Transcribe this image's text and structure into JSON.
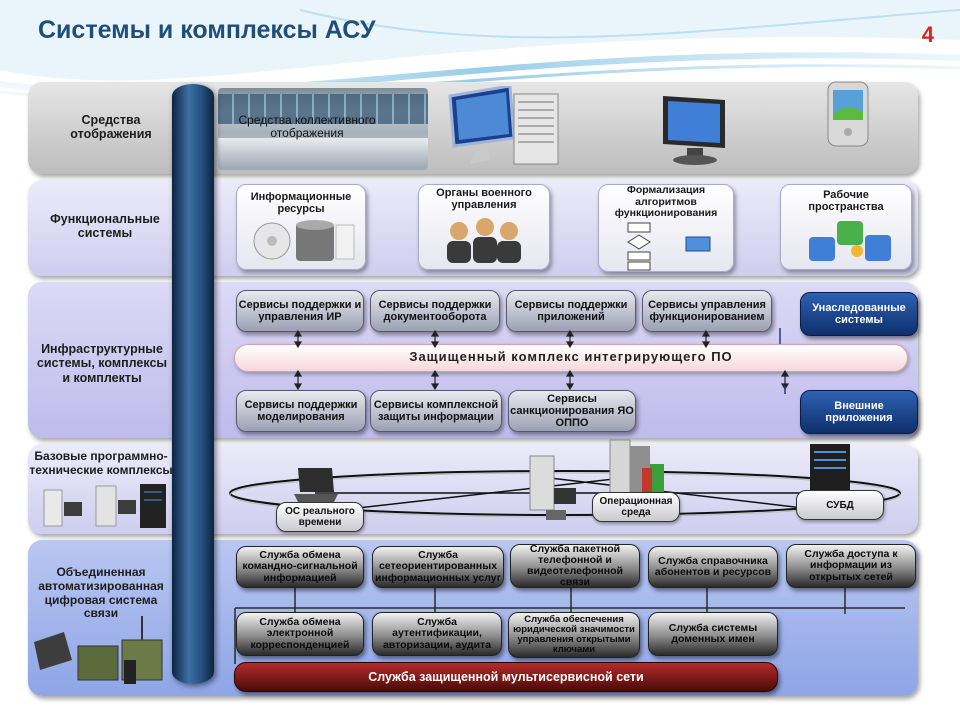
{
  "title": "Системы и комплексы АСУ",
  "slide_number": "4",
  "layers": {
    "display": {
      "label": "Средства отображения",
      "collective_display": "Средства коллективного отображения"
    },
    "functional": {
      "label": "Функциональные системы",
      "cards": [
        {
          "label": "Информационные ресурсы",
          "icon": "database-disk-icon"
        },
        {
          "label": "Органы военного управления",
          "icon": "people-icon"
        },
        {
          "label": "Формализация алгоритмов функционирования",
          "icon": "flowchart-icon"
        },
        {
          "label": "Рабочие пространства",
          "icon": "puzzle-icon"
        }
      ]
    },
    "infrastructure": {
      "label": "Инфраструктурные системы, комплексы и комплекты",
      "top_services": [
        "Сервисы поддержки и управления ИР",
        "Сервисы поддержки документооборота",
        "Сервисы поддержки приложений",
        "Сервисы управления функционированием"
      ],
      "legacy": "Унаследованные системы",
      "integration_bar": "Защищенный комплекс интегрирующего ПО",
      "bottom_services": [
        "Сервисы поддержки моделирования",
        "Сервисы комплексной защиты информации",
        "Сервисы санкционирования ЯО ОППО"
      ],
      "external": "Внешние приложения"
    },
    "base": {
      "label": "Базовые программно-технические комплексы",
      "nodes": [
        "ОС реального времени",
        "Операционная среда",
        "СУБД"
      ]
    },
    "network": {
      "label": "Объединенная автоматизированная цифровая система связи",
      "row1": [
        "Служба обмена командно-сигнальной информацией",
        "Служба сетеориентированных информационных услуг",
        "Служба пакетной телефонной и видеотелефонной связи",
        "Служба справочника абонентов и ресурсов",
        "Служба доступа к информации из открытых сетей"
      ],
      "row2": [
        "Служба обмена электронной корреспонденцией",
        "Служба аутентификации, авторизации, аудита",
        "Служба обеспечения юридической значимости управления открытыми ключами",
        "Служба системы доменных имен"
      ],
      "bottom_bar": "Служба защищенной мультисервисной сети"
    }
  },
  "colors": {
    "title": "#1f4e79",
    "slide_number": "#e02020",
    "navy_box": "#0f2f6c",
    "red_bar": "#8a1a1a",
    "pillar": "#25507f"
  }
}
